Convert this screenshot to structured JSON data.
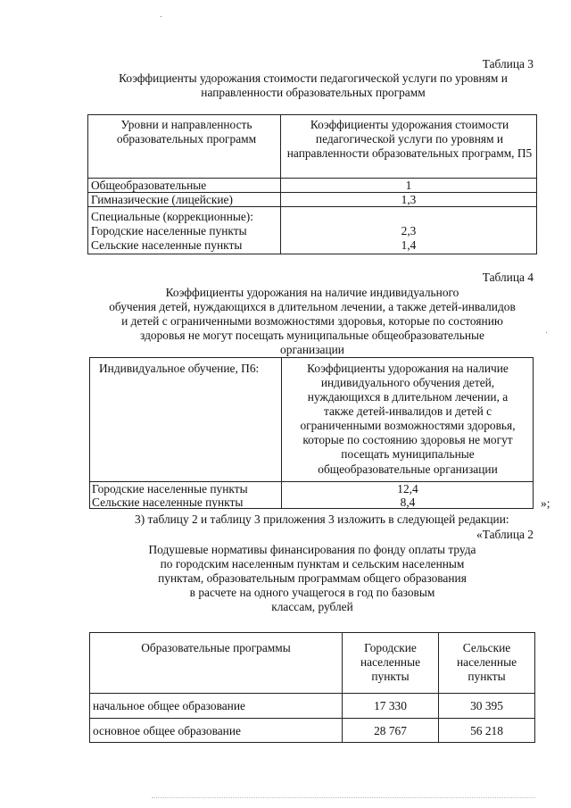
{
  "table3": {
    "label": "Таблица 3",
    "title": "Коэффициенты удорожания стоимости педагогической услуги по уровням и направленности образовательных программ",
    "header_left": "Уровни и направленность образовательных программ",
    "header_right": "Коэффициенты удорожания стоимости педагогической услуги по уровням и направленности образовательных программ, П5",
    "rows": [
      {
        "name": "Общеобразовательные",
        "value": "1"
      },
      {
        "name": "Гимназические (лицейские)",
        "value": "1,3"
      },
      {
        "name": "Специальные (коррекционные):",
        "value": ""
      },
      {
        "name": "Городские населенные пункты",
        "value": "2,3"
      },
      {
        "name": "Сельские населенные пункты",
        "value": "1,4"
      }
    ]
  },
  "table4": {
    "label": "Таблица 4",
    "title_lines": [
      "Коэффициенты удорожания на наличие индивидуального",
      "обучения детей, нуждающихся в длительном лечении, а также детей-инвалидов",
      "и детей с ограниченными возможностями здоровья, которые по состоянию",
      "здоровья не могут посещать муниципальные общеобразовательные",
      "организации"
    ],
    "header_left": "Индивидуальное обучение, П6:",
    "header_right_lines": [
      "Коэффициенты удорожания на наличие",
      "индивидуального обучения детей,",
      "нуждающихся в длительном лечении, а",
      "также детей-инвалидов и детей с",
      "ограниченными возможностями здоровья,",
      "которые по состоянию здоровья не могут",
      "посещать муниципальные",
      "общеобразовательные организации"
    ],
    "rows": [
      {
        "name": "Городские населенные пункты",
        "value": "12,4"
      },
      {
        "name": "Сельские населенные пункты",
        "value": "8,4"
      }
    ],
    "closing_quote": "»;"
  },
  "instruction": "3) таблицу 2 и таблицу 3 приложения 3 изложить в следующей редакции:",
  "table2": {
    "label": "«Таблица 2",
    "title_lines": [
      "Подушевые нормативы финансирования по фонду оплаты труда",
      "по городским населенным пунктам и сельским населенным",
      "пунктам, образовательным программам общего образования",
      "в расчете на одного учащегося в год по базовым",
      "классам, рублей"
    ],
    "header_program": "Образовательные программы",
    "header_urban_lines": [
      "Городские",
      "населенные",
      "пункты"
    ],
    "header_rural_lines": [
      "Сельские",
      "населенные",
      "пункты"
    ],
    "rows": [
      {
        "program": "начальное общее образование",
        "urban": "17 330",
        "rural": "30 395"
      },
      {
        "program": "основное общее образование",
        "urban": "28 767",
        "rural": "56 218"
      }
    ]
  }
}
